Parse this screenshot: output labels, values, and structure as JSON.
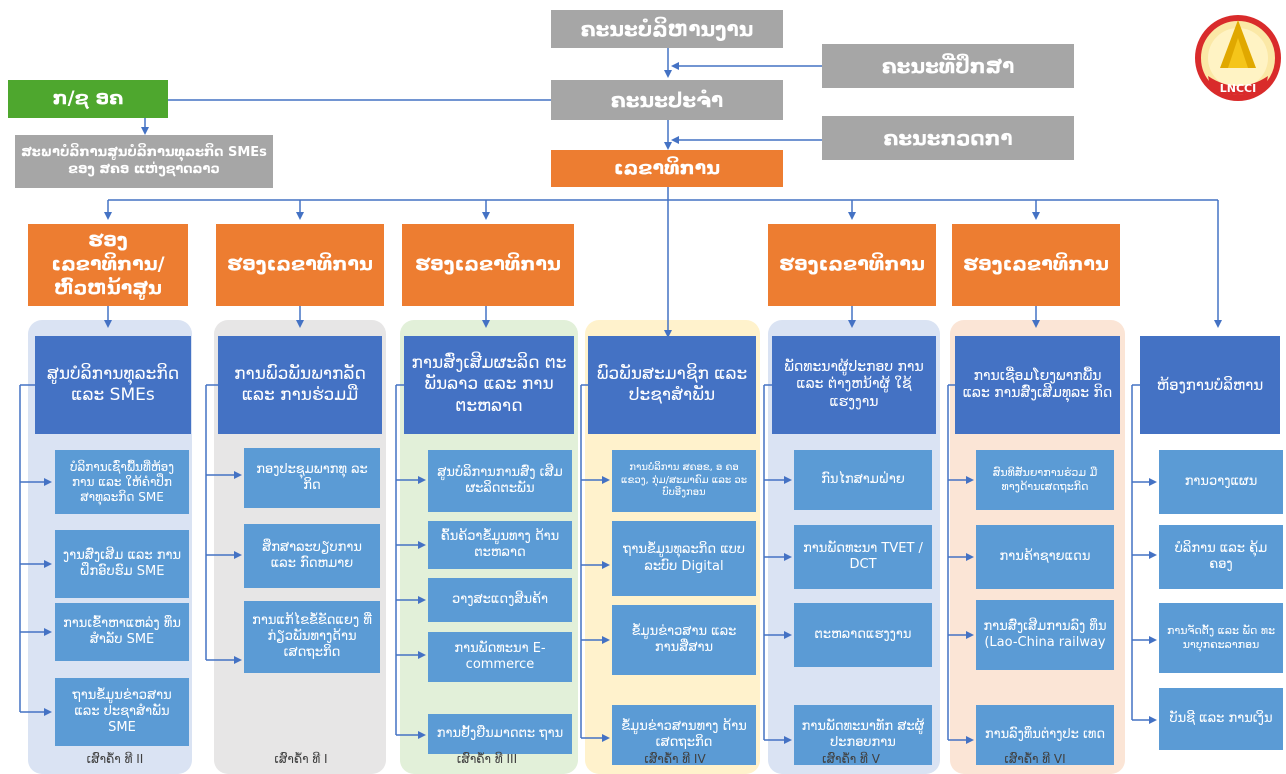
{
  "top": {
    "board": "ຄະນະບໍລິຫານງານ",
    "advisory": "ຄະນະທີ່ປຶກສາ",
    "standing": "ຄະນະປະຈຳ",
    "inspection": "ຄະນະກວດກາ",
    "secretariat": "ເລຂາທິການ",
    "party": "ກ/ຊ ອຄ",
    "sme_council": "ສະພາບໍລິການສູນບໍລິການທຸລະກິດ SMEs ຂອງ ສຄອ ແຫ່ງຊາດລາວ"
  },
  "deputies": [
    "ຮອງເລຂາທິການ/ ຫົວຫນ້າສູນ",
    "ຮອງເລຂາທິການ",
    "ຮອງເລຂາທິການ",
    "ຮອງເລຂາທິການ",
    "ຮອງເລຂາທິການ"
  ],
  "columns": [
    {
      "header": "ສູນບໍລິການທຸລະກິດ ແລະ SMEs",
      "label": "ເສົາຄໍ້າ ທີ II",
      "items": [
        "ບໍລິການເຊົ່າພື້ນທີ່ຫ້ອງ ການ ແລະ ໃຫ້ຄໍາປຶກ ສາທຸລະກິດ SME",
        "ງານສົ່ງເສີມ ແລະ ການຝຶກອົບຮົມ SME",
        "ການເຂົ້າຫາແຫລ່ງ ທຶນສໍາລັບ SME",
        "ຖານຂໍ້ມູນຂ່າວສານ ແລະ ປະຊາສໍາພັນ SME"
      ]
    },
    {
      "header": "ການພົວພັນພາກລັດ ແລະ ການຮ່ວມມື",
      "label": "ເສົາຄໍ້າ ທີ I",
      "items": [
        "ກອງປະຊຸມພາກທຸ ລະກິດ",
        "ສຶກສາລະບຽບການ ແລະ ກົດຫມາຍ",
        "ການແກ້ໄຂຂໍ້ຂັດແຍງ ທີ່ກ່ຽວພັນທາງດ້ານ ເສດຖະກິດ"
      ]
    },
    {
      "header": "ການສົ່ງເສີມຜະລິດ ຕະພັນລາວ ແລະ ການຕະຫລາດ",
      "label": "ເສົາຄໍ້າ ທີ III",
      "items": [
        "ສູນບໍລິການການສົ່ງ ເສີມຜະລິດຕະພັນ",
        "ຄົ້ນຄ້ວາຂໍ້ມູນທາງ ດ້ານຕະຫລາດ",
        "ວາງສະແດງສິນຄ້າ",
        "ການພັດທະນາ E- commerce",
        "ການຢັ້ງຢືນມາດຕະ ຖານ"
      ]
    },
    {
      "header": "ພົວພັນສະມາຊິກ ແລະ ປະຊາສໍາພັນ",
      "label": "ເສົາຄໍ້າ ທີ IV",
      "items": [
        "ການບໍລິການ ສຄອຂ, ອ ຄອ ແຂວງ, ກຸ່ມ/ສະມາຄົມ ແລະ ວະບົບອີງກອນ",
        "ຖານຂໍ້ມູນທຸລະກິດ ແບບລະບົບ Digital",
        "ຂໍ້ມູນຂ່າວສານ ແລະ ການສື່ສານ",
        "ຂໍ້ມູນຂ່າວສານທາງ ດ້ານເສດຖະກິດ"
      ]
    },
    {
      "header": "ພັດທະນາຜູ້ປະກອບ ການ ແລະ ຕ່າງຫນ້າຜູ້ ໃຊ້ແຮງງານ",
      "label": "ເສົາຄໍ້າ ທີ V",
      "items": [
        "ກົນໄກສາມຝ່າຍ",
        "ການພັດທະນາ TVET / DCT",
        "ຕະຫລາດແຮງງານ",
        "ການພັດທະນາທັກ ສະຜູ້ປະກອບການ"
      ]
    },
    {
      "header": "ການເຊື່ອມໂຍງພາກພື້ນ ແລະ ການສົ່ງເສີມທຸລະ ກິດ",
      "label": "ເສົາຄໍ້າ ທີ VI",
      "items": [
        "ສົນທິສັນຍາການຮ່ວມ ມື ທາງດ້ານເສດຖະກິດ",
        "ການຄ້າຊາຍແດນ",
        "ການສົ່ງເສີມການລົງ ທຶນ (Lao-China railway",
        "ການລົງທຶນຕ່າງປະ ເທດ"
      ]
    },
    {
      "header": "ຫ້ອງການບໍລິຫານ",
      "label": "",
      "items": [
        "ການວາງແຜນ",
        "ບໍລິການ ແລະ ຄຸ້ມ ຄອງ",
        "ການຈັດຕັ້ງ ແລະ ພັດ ທະນາບຸກຄະລາກອນ",
        "ບັນຊີ ແລະ ການເງິນ"
      ]
    }
  ],
  "logo": {
    "text": "LNCCI",
    "icon": "lncci-emblem-icon"
  },
  "colors": {
    "grey": "#a6a6a6",
    "green": "#4ea72e",
    "orange": "#ed7d31",
    "header_blue": "#4472c4",
    "item_blue": "#5b9bd5",
    "line": "#4472c4"
  }
}
